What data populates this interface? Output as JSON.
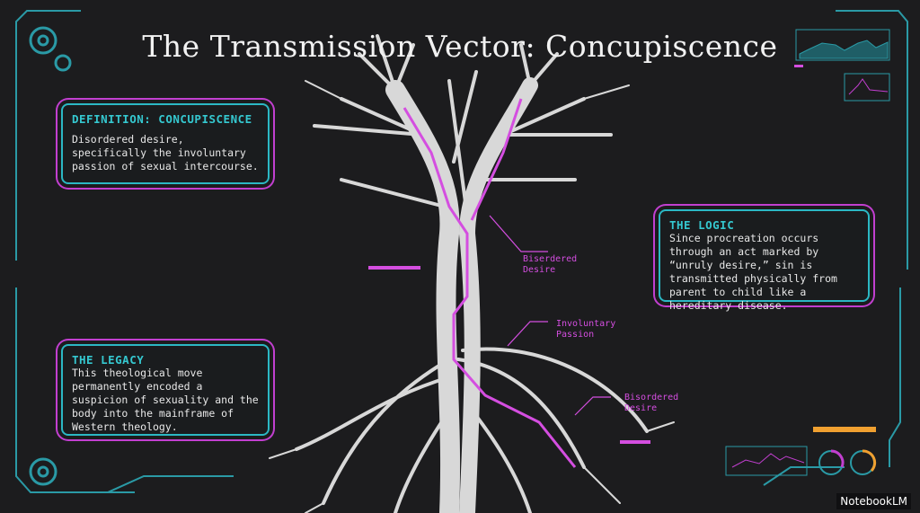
{
  "title": "The Transmission Vector: Concupiscence",
  "definition": {
    "heading": "DEFINITION: CONCUPISCENCE",
    "body": "Disordered desire, specifically the involuntary passion of sexual intercourse."
  },
  "logic": {
    "heading": "THE LOGIC",
    "body": "Since procreation occurs through an act marked by “unruly desire,” sin is transmitted physically from parent to child like a hereditary disease."
  },
  "legacy": {
    "heading": "THE LEGACY",
    "body": "This theological move permanently encoded a suspicion of sexuality and the body into the mainframe of Western theology."
  },
  "labels": {
    "top": "Biserdered Desire",
    "middle": "Involuntary Passion",
    "bottom": "Bisordered Desire"
  },
  "brand": "NotebookLM",
  "colors": {
    "cyan": "#2bb8c4",
    "magenta": "#d44ee0",
    "orange": "#f0a030",
    "background": "#1c1c1e"
  }
}
